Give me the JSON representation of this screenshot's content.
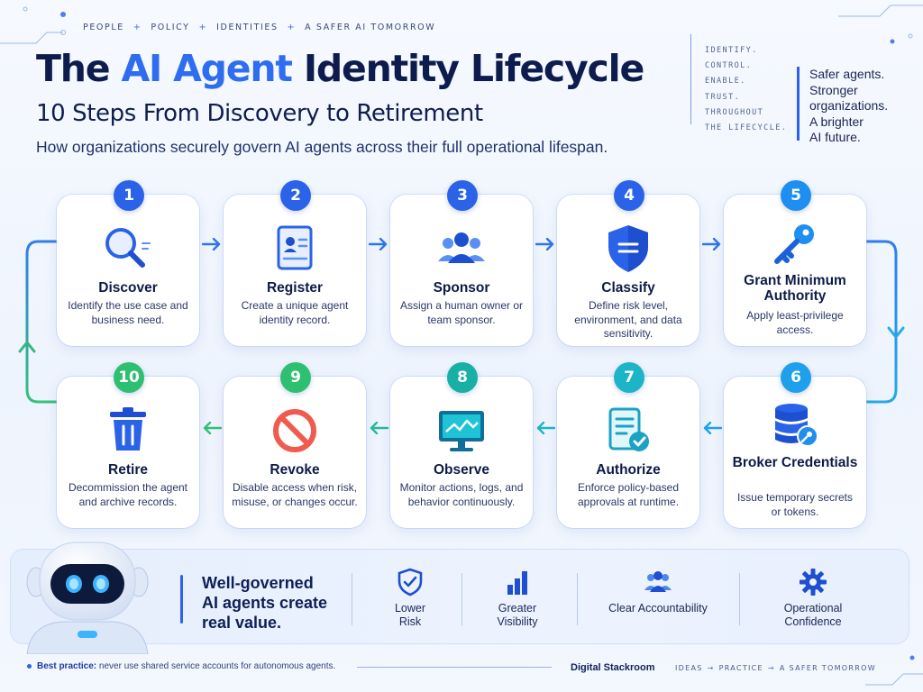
{
  "header": {
    "tags": [
      "PEOPLE",
      "POLICY",
      "IDENTITIES",
      "A SAFER AI TOMORROW"
    ],
    "tag_separator": "+",
    "title_pre": "The ",
    "title_highlight": "AI Agent",
    "title_post": " Identity Lifecycle",
    "subtitle": "10 Steps From Discovery to Retirement",
    "description": "How organizations securely govern AI agents across their full operational lifespan."
  },
  "right_panel": {
    "stack": [
      "IDENTIFY.",
      "CONTROL.",
      "ENABLE.",
      "TRUST.",
      "THROUGHOUT",
      "THE LIFECYCLE."
    ],
    "quote": [
      "Safer agents.",
      "Stronger",
      "organizations.",
      "A brighter",
      "AI future."
    ]
  },
  "steps": [
    {
      "number": "1",
      "title": "Discover",
      "desc": "Identify the use case and business need.",
      "icon": "search-icon",
      "color": "#2a63e8"
    },
    {
      "number": "2",
      "title": "Register",
      "desc": "Create a unique agent identity record.",
      "icon": "id-card-icon",
      "color": "#2a63e8"
    },
    {
      "number": "3",
      "title": "Sponsor",
      "desc": "Assign a human owner or team sponsor.",
      "icon": "team-icon",
      "color": "#2a63e8"
    },
    {
      "number": "4",
      "title": "Classify",
      "desc": "Define risk level, environment, and data sensitivity.",
      "icon": "shield-icon",
      "color": "#2a63e8"
    },
    {
      "number": "5",
      "title": "Grant Minimum Authority",
      "desc": "Apply least-privilege access.",
      "icon": "key-icon",
      "color": "#1e8ff0"
    },
    {
      "number": "6",
      "title": "Broker Credentials",
      "desc": "Issue temporary secrets or tokens.",
      "icon": "database-key-icon",
      "color": "#1ea1ea"
    },
    {
      "number": "7",
      "title": "Authorize",
      "desc": "Enforce policy-based approvals at runtime.",
      "icon": "approval-document-icon",
      "color": "#1cb5c8"
    },
    {
      "number": "8",
      "title": "Observe",
      "desc": "Monitor actions, logs, and behavior continuously.",
      "icon": "monitor-icon",
      "color": "#18b0a4"
    },
    {
      "number": "9",
      "title": "Revoke",
      "desc": "Disable access when risk, misuse, or changes occur.",
      "icon": "block-icon",
      "color": "#2fbf71"
    },
    {
      "number": "10",
      "title": "Retire",
      "desc": "Decommission the agent and archive records.",
      "icon": "trash-icon",
      "color": "#2fbf71"
    }
  ],
  "bottom": {
    "heading": [
      "Well-governed",
      "AI agents create",
      "real value."
    ],
    "benefits": [
      {
        "label": "Lower Risk",
        "icon": "shield-check-icon"
      },
      {
        "label": "Greater Visibility",
        "icon": "bar-chart-icon"
      },
      {
        "label": "Clear Accountability",
        "icon": "people-icon"
      },
      {
        "label": "Operational Confidence",
        "icon": "gear-icon"
      }
    ]
  },
  "footer": {
    "tip_label": "Best practice:",
    "tip_text": " never use shared service accounts for autonomous agents.",
    "brand": "Digital Stackroom",
    "marks": [
      "IDEAS",
      "PRACTICE",
      "A SAFER TOMORROW"
    ],
    "mark_separator": "→"
  }
}
